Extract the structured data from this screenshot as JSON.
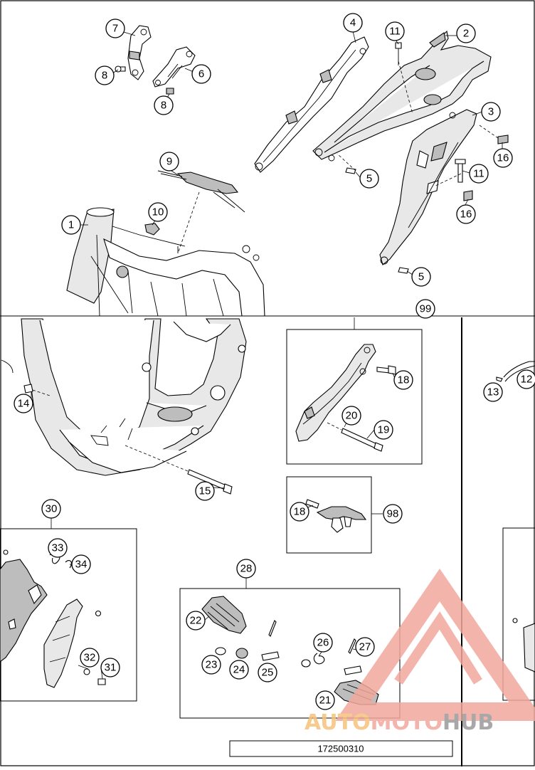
{
  "drawing_code": "172500310",
  "callouts": {
    "c1": "1",
    "c2": "2",
    "c3": "3",
    "c4": "4",
    "c5a": "5",
    "c5b": "5",
    "c6": "6",
    "c7": "7",
    "c8a": "8",
    "c8b": "8",
    "c9": "9",
    "c10": "10",
    "c11a": "11",
    "c11b": "11",
    "c12": "12",
    "c13": "13",
    "c14": "14",
    "c15": "15",
    "c16a": "16",
    "c16b": "16",
    "c18a": "18",
    "c18b": "18",
    "c19": "19",
    "c20": "20",
    "c21": "21",
    "c22": "22",
    "c23": "23",
    "c24": "24",
    "c25": "25",
    "c26": "26",
    "c27": "27",
    "c28": "28",
    "c30": "30",
    "c31": "31",
    "c32": "32",
    "c33": "33",
    "c34": "34",
    "c98": "98",
    "c99": "99"
  },
  "watermark": {
    "part1": "AUTO",
    "part2": "MOTO",
    "part3": "HUB",
    "color_main": "#f2a99d",
    "color_orange": "#f6c27a",
    "color_gray": "#9a9a9a"
  }
}
